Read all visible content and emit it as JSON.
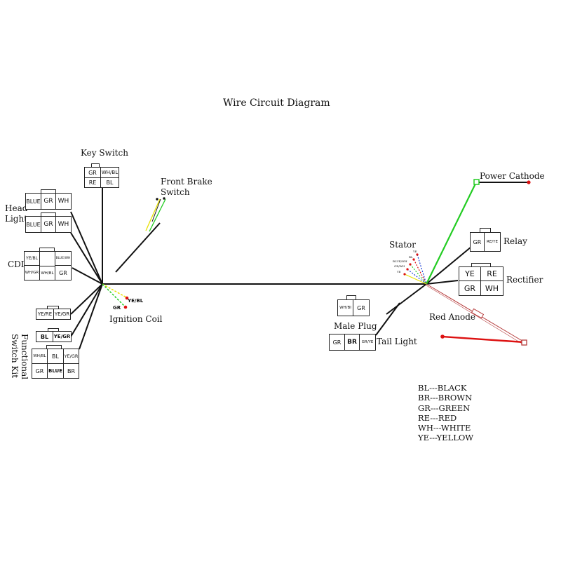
{
  "title": "Wire Circuit Diagram",
  "labels": {
    "key_switch": "Key Switch",
    "front_brake_line1": "Front Brake",
    "front_brake_line2": "Switch",
    "head_light_line1": "Head",
    "head_light_line2": "Light",
    "cdi": "CDI",
    "ignition_coil": "Ignition Coil",
    "functional_switch_kit": "Functional\nSwitch Kit",
    "power_cathode": "Power Cathode",
    "relay": "Relay",
    "stator": "Stator",
    "rectifier": "Rectifier",
    "red_anode": "Red Anode",
    "male_plug": "Male Plug",
    "tail_light": "Tail Light"
  },
  "connectors": {
    "key_switch": [
      "GR",
      "WH/BL",
      "RE",
      "BL"
    ],
    "head_light_1": [
      "BLUE",
      "GR",
      "WH"
    ],
    "head_light_2": [
      "BLUE",
      "GR",
      "WH"
    ],
    "cdi": [
      "YE/BL",
      "BLUE/WH",
      "WH/GR",
      "WH/BL",
      "GR"
    ],
    "small_plug_1": [
      "YE/RE",
      "YE/GR"
    ],
    "small_plug_2": [
      "BL",
      "YE/GR"
    ],
    "switch_kit": [
      "WH/BL",
      "BL",
      "YE/GR",
      "GR",
      "BLUE",
      "BR"
    ],
    "relay": [
      "GR",
      "RE/YE"
    ],
    "rectifier": [
      "YE",
      "RE",
      "GR",
      "WH"
    ],
    "male_plug": [
      "WH/BI",
      "GR"
    ],
    "tail_light": [
      "GR",
      "BR",
      "GR/YE"
    ]
  },
  "ignition_wires": [
    "YE/BL",
    "GR"
  ],
  "stator_wires": [
    "YE",
    "BL",
    "BLUE/WH",
    "GR/WH",
    "YE"
  ],
  "legend": [
    "BL---BLACK",
    "BR---BROWN",
    "GR---GREEN",
    "RE---RED",
    "WH---WHITE",
    "YE---YELLOW"
  ],
  "colors": {
    "wire_black": "#111111",
    "wire_green": "#22cc22",
    "wire_red": "#dd1111",
    "wire_yellow": "#e8e000",
    "wire_blue": "#1a3fd6",
    "wire_thin_red": "#b53b3b"
  }
}
